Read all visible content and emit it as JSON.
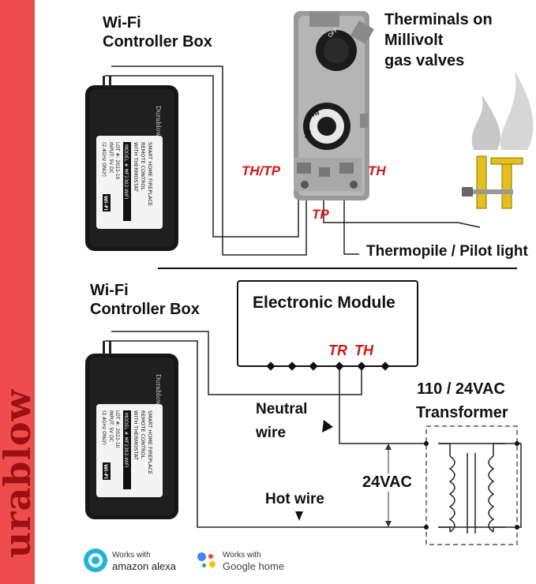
{
  "brand": {
    "name": "urablow",
    "accent": "#ef4d4d",
    "dark": "#9b1111"
  },
  "top_diagram": {
    "controller_title_line1": "Wi-Fi",
    "controller_title_line2": "Controller Box",
    "valve_title_line1": "Therminals on",
    "valve_title_line2": "Millivolt",
    "valve_title_line3": "gas valves",
    "label_th_tp": "TH/TP",
    "label_th": "TH",
    "label_tp": "TP",
    "thermopile_label": "Thermopile / Pilot light",
    "valve_knob_top": "OFF",
    "valve_knob_hi": "HI",
    "valve_knob_lo": "LO"
  },
  "bottom_diagram": {
    "controller_title_line1": "Wi-Fi",
    "controller_title_line2": "Controller Box",
    "module_title": "Electronic Module",
    "label_tr": "TR",
    "label_th": "TH",
    "transformer_title_line1": "110 / 24VAC",
    "transformer_title_line2": "Transformer",
    "neutral_line1": "Neutral",
    "neutral_line2": "wire",
    "hot_wire": "Hot wire",
    "voltage": "24VAC"
  },
  "box_label": {
    "brand": "Durablow",
    "line1": "SMART HOME FIREPLACE",
    "line2": "REMOTE CONTROL",
    "line3": "WITH THERMOSTAT",
    "model": "MODEL # MF2302-WIFI",
    "lot": "LOT #: 2022-10",
    "input": "INPUT: 5V DC",
    "wifi": "Wi-Fi",
    "band": "(2.4GHz ONLY)"
  },
  "footer": {
    "alexa_line1": "Works with",
    "alexa_line2": "amazon alexa",
    "google_line1": "Works with",
    "google_line2": "Google home"
  }
}
